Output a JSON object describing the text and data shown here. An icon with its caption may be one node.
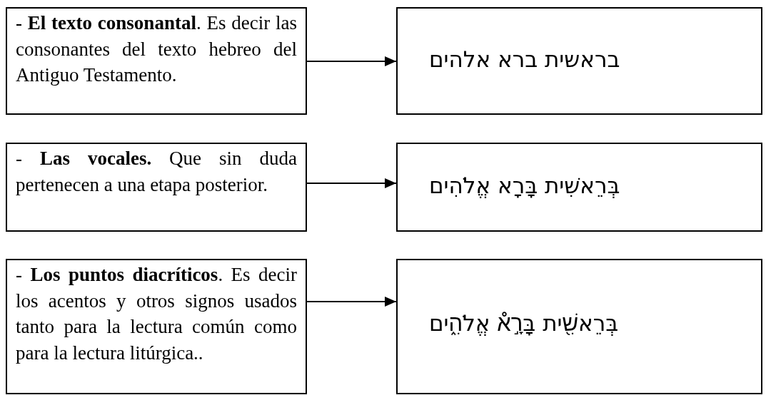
{
  "diagram": {
    "nodes": [
      {
        "text": [
          "- **El texto consonantal**. Es decir las consonantes del texto hebreo del Antiguo Testamento."
        ]
      },
      {
        "text": [
          "- **Las vocales.** Que sin duda pertenecen a una etapa posterior."
        ]
      },
      {
        "text": [
          "- **Los puntos diacríticos**. Es decir los acentos y otros signos usados tanto para la lectura común como para la lectura litúrgica.."
        ]
      },
      {
        "text": [
          "בראשית ברא אלהים"
        ]
      },
      {
        "text": [
          "בְּרֵאשִׁית בָּרָא אֱלֹהִים"
        ]
      },
      {
        "text": [
          "בְּרֵאשִׁ֖ית בָּרָ֣א֯ אֱלֹהִ֑ים"
        ]
      }
    ],
    "edges": [
      {
        "from": 0,
        "to": 3,
        "arrow": "to"
      },
      {
        "from": 1,
        "to": 4,
        "arrow": "to"
      },
      {
        "from": 2,
        "to": 5,
        "arrow": "to"
      }
    ]
  }
}
